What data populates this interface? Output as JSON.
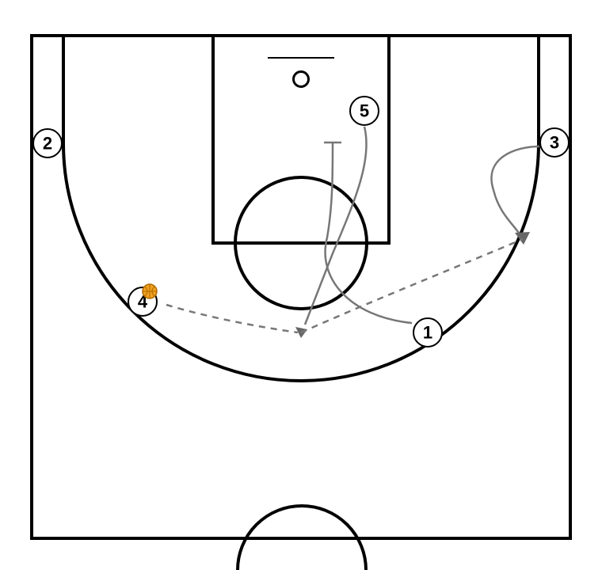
{
  "players": [
    {
      "id": "p1",
      "label": "1"
    },
    {
      "id": "p2",
      "label": "2"
    },
    {
      "id": "p3",
      "label": "3"
    },
    {
      "id": "p4",
      "label": "4"
    },
    {
      "id": "p5",
      "label": "5"
    }
  ],
  "colors": {
    "court_lines": "#000000",
    "action_lines": "#777777",
    "ball": "#F0A020"
  },
  "icons": {
    "ball": "basketball-icon"
  }
}
